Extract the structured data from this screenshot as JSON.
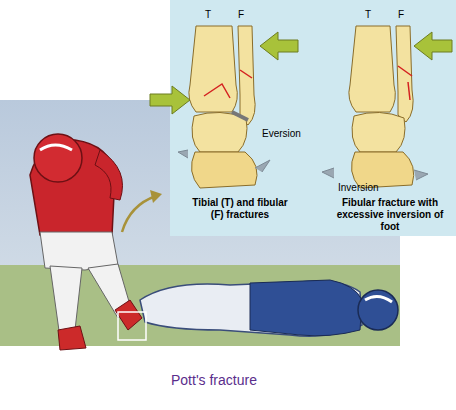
{
  "diagram": {
    "caption": "Pott's fracture",
    "labels": [
      "T",
      "F",
      "Eversion",
      "Tibial (T) and fibular (F) fractures",
      "T",
      "F",
      "Inversion",
      "Fibular fracture with excessive inversion of foot"
    ]
  }
}
